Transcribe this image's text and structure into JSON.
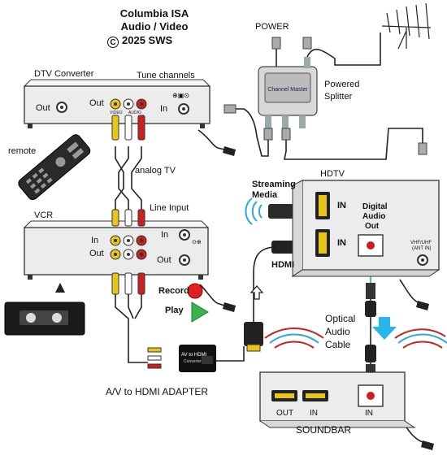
{
  "title": {
    "line1": "Columbia ISA",
    "line2": "Audio / Video",
    "copyright_symbol": "C",
    "line3": "2025 SWS"
  },
  "power_label": "POWER",
  "splitter": {
    "label_line1": "Powered",
    "label_line2": "Splitter"
  },
  "dtv_converter": {
    "label": "DTV Converter",
    "tune_label": "Tune channels",
    "out_left": "Out",
    "out_av": "Out",
    "in": "In",
    "video_tag": "VIDEO",
    "audio_tag": "AUDIO"
  },
  "remote_label": "remote",
  "analog_tv_label": "analog TV",
  "line_input_label": "Line Input",
  "vcr": {
    "label": "VCR",
    "in_left": "In",
    "out_left": "Out",
    "in_right": "In",
    "out_right": "Out"
  },
  "record_label": "Record",
  "play_label": "Play",
  "adapter": {
    "label": "A/V to HDMI ADAPTER",
    "box_text_line1": "AV to HDMI",
    "box_text_line2": "Converter"
  },
  "streaming": {
    "line1": "Streaming",
    "line2": "Media"
  },
  "hdmi_label": "HDMI",
  "hdtv": {
    "label": "HDTV",
    "in1": "IN",
    "in2": "IN",
    "digital_line1": "Digital",
    "digital_line2": "Audio",
    "digital_line3": "Out",
    "antenna_line1": "VHF/UHF",
    "antenna_line2": "(ANT IN)"
  },
  "optical": {
    "line1": "Optical",
    "line2": "Audio",
    "line3": "Cable"
  },
  "soundbar": {
    "label": "SOUNDBAR",
    "port1": "OUT",
    "port2": "IN",
    "port3": "IN"
  },
  "colors": {
    "device_fill": "#ececec",
    "device_stroke": "#333333",
    "video_jack": "#e8c619",
    "audio_white": "#ffffff",
    "audio_red": "#cc1f1f",
    "record_red": "#e02020",
    "play_green": "#3cb44b",
    "wifi_blue": "#2aa7e0",
    "arrow_cyan": "#26b6ea",
    "optical_green": "#59c28a"
  }
}
